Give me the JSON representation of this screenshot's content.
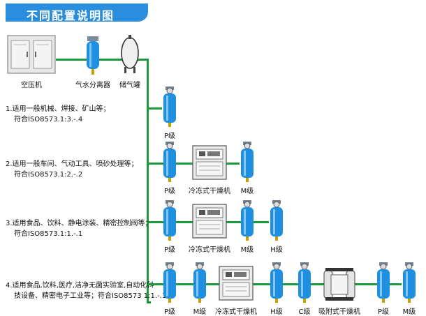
{
  "title": "不同配置说明图",
  "top_equipment": {
    "compressor": "空压机",
    "separator": "气水分离器",
    "tank": "储气罐"
  },
  "configs": [
    {
      "desc_line1": "1.适用一般机械、焊接、矿山等；",
      "desc_line2": "符合ISO8573.1:3.-.4",
      "components": [
        "P级"
      ]
    },
    {
      "desc_line1": "2.适用一般车间、气动工具、喷砂处理等；",
      "desc_line2": "符合ISO8573.1:2.-.2",
      "components": [
        "P级",
        "冷冻式干燥机",
        "M级"
      ]
    },
    {
      "desc_line1": "3.适用食品、饮料、静电涂装、精密控制阀等；",
      "desc_line2": "符合ISO8573.1:1.-.1",
      "components": [
        "P级",
        "冷冻式干燥机",
        "M级",
        "H级"
      ]
    },
    {
      "desc_line1": "4.适用食品,饮料,医疗,洁净无菌实验室,自动化科",
      "desc_line2": "技设备、精密电子工业等；符合ISO8573 1:1.-.1",
      "components": [
        "P级",
        "M级",
        "冷冻式干燥机",
        "H级",
        "C级",
        "吸附式干燥机",
        "P级",
        "M级"
      ]
    }
  ],
  "colors": {
    "accent": "#2a8ddd",
    "pipe": "#1a9a3a",
    "filter": "#1f8fe0"
  }
}
